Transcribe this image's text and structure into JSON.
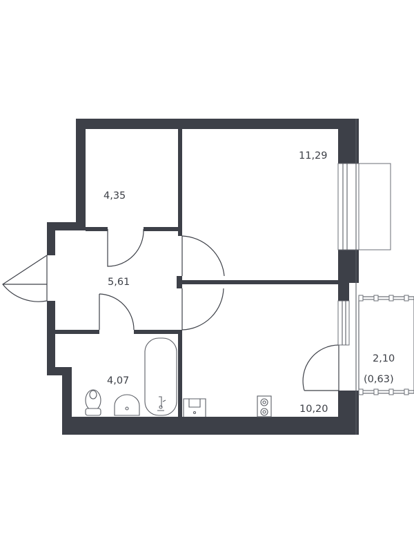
{
  "floor_plan": {
    "rooms": [
      {
        "id": "storage",
        "area": "4,35"
      },
      {
        "id": "bedroom",
        "area": "11,29"
      },
      {
        "id": "hallway",
        "area": "5,61"
      },
      {
        "id": "bathroom",
        "area": "4,07"
      },
      {
        "id": "kitchen-living",
        "area": "10,20"
      },
      {
        "id": "balcony",
        "area": "2,10",
        "reduced_area": "(0,63)"
      }
    ],
    "colors": {
      "wall": "#3d4048",
      "text": "#3c3f46",
      "background": "#ffffff"
    }
  }
}
